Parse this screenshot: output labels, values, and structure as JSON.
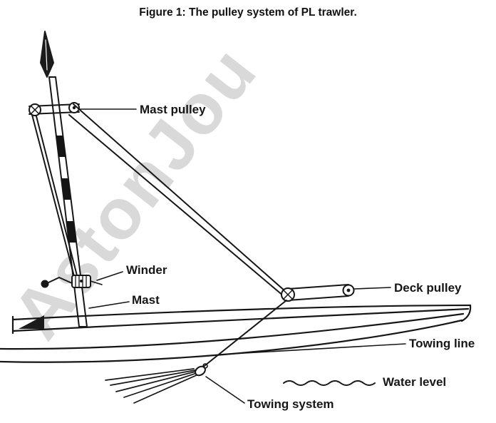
{
  "title": "Figure 1: The pulley system of PL trawler.",
  "watermark": "AstonJou",
  "labels": {
    "mast_pulley": "Mast pulley",
    "winder": "Winder",
    "mast": "Mast",
    "deck_pulley": "Deck pulley",
    "towing_line": "Towing line",
    "water_level": "Water level",
    "towing_system": "Towing system"
  },
  "colors": {
    "ink": "#161616",
    "watermark": "#d9d9d9",
    "background": "#ffffff"
  }
}
